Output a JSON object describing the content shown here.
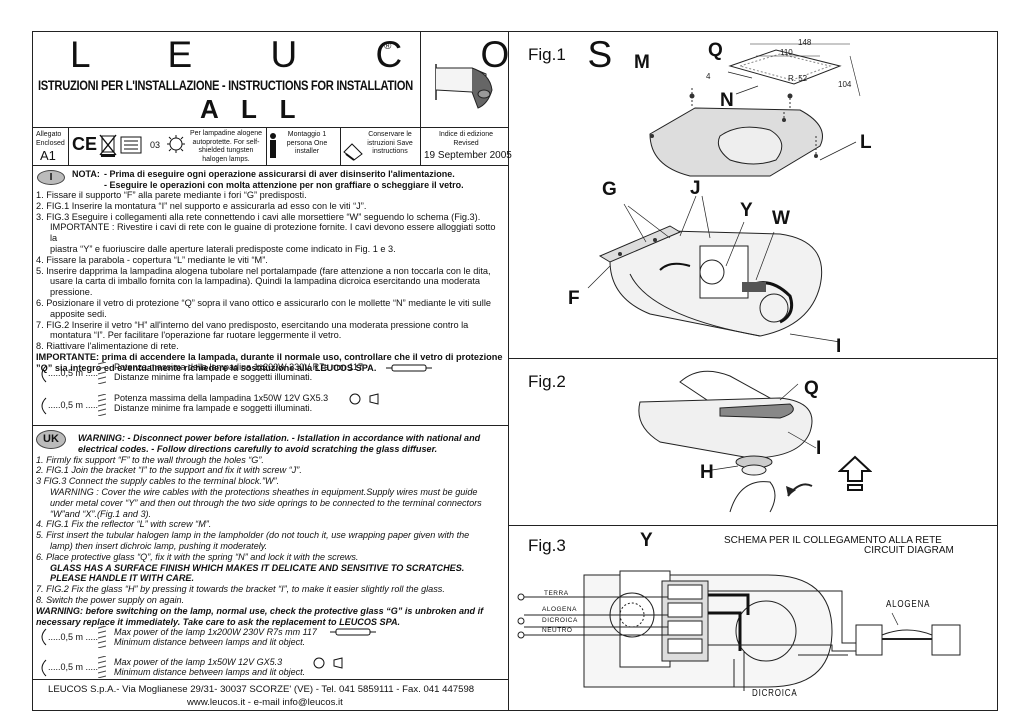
{
  "header": {
    "brand": "L E U C O S",
    "registered": "®",
    "subtitle": "ISTRUZIONI PER L'INSTALLAZIONE - INSTRUCTIONS FOR INSTALLATION",
    "model": "A L L"
  },
  "meta": {
    "enclosed_label": "Allegato\nEnclosed",
    "enclosed_code": "A1",
    "mark_03": "03",
    "lamp_info": "Per lampadine alogene autoprotette. For self-shielded tungsten halogen lamps.",
    "installer": "Montaggio 1 persona One installer",
    "conserve": "Conservare le istruzioni Save instructions",
    "edition_label": "Indice di edizione Revised",
    "edition_date": "19 September 2005"
  },
  "italian": {
    "badge": "I",
    "nota_label": "NOTA:",
    "nota_1": "- Prima di eseguire ogni operazione assicurarsi di aver disinserito l'alimentazione.",
    "nota_2": "- Eseguire le operazioni con molta attenzione per non graffiare o scheggiare il vetro.",
    "steps": [
      "1. Fissare il supporto “F” alla parete mediante i fori “G” predisposti.",
      "2. FIG.1 Inserire la montatura “I” nel supporto e assicurarla ad esso con le viti “J”.",
      "3. FIG.3 Eseguire i collegamenti alla rete connettendo i cavi alle morsettiere “W” seguendo lo schema (Fig.3).",
      "IMPORTANTE : Rivestire i cavi di rete con le guaine di protezione fornite. I cavi devono essere alloggiati sotto la",
      "piastra “Y” e fuoriuscire dalle aperture laterali predisposte come indicato in Fig. 1 e 3.",
      "4. Fissare la parabola - copertura “L” mediante le viti “M”.",
      "5. Inserire dapprima la lampadina alogena tubolare nel portalampade (fare attenzione a non toccarla con le dita,",
      "usare la carta di imballo fornita con la lampadina). Quindi la lampadina dicroica esercitando una moderata",
      "pressione.",
      "6. Posizionare il vetro di protezione “Q” sopra il vano ottico e assicurarlo con le mollette “N” mediante le viti sulle",
      "apposite sedi.",
      "7. FIG.2 Inserire il vetro “H” all'interno del vano predisposto, esercitando una moderata pressione contro la",
      "montatura “I”. Per facilitare l'operazione far ruotare leggermente il vetro.",
      "8. Riattivare l'alimentazione di rete.",
      "IMPORTANTE: prima di accendere la lampada, durante il normale uso, controllare che il vetro di protezione",
      "”Q” sia integro ed eventualmente richiedere la sostituzione alla LEUCOS SPA."
    ],
    "distance_1": ".....0,5 m .....",
    "power_1a": "Potenza massima della lampadina 1x200W 230V R7s mm 117",
    "power_1b": "Distanze minime fra lampade e soggetti illuminati.",
    "distance_2": ".....0,5 m .....",
    "power_2a": "Potenza massima della lampadina 1x50W 12V GX5.3",
    "power_2b": "Distanze minime fra lampade e soggetti illuminati."
  },
  "english": {
    "badge": "UK",
    "lines": [
      "WARNING: - Disconnect power before istallation. - Istallation in accordance with national and",
      "electrical codes. - Follow directions carefully to avoid scratching the glass diffuser.",
      "1. Firmly fix support “F” to the wall through the holes “G”.",
      "2. FIG.1 Join the bracket “I” to the support and fix it with screw “J”.",
      "3 FIG.3 Connect the supply cables to the terminal block.”W”.",
      "WARNING : Cover the wire cables with the protections sheathes in equipment.Supply wires must be guide",
      "under metal cover “Y” and then out through the two side oprings to be connected to the terminal connectors",
      "“W”and “X”.(Fig.1 and 3).",
      "4. FIG.1 Fix the reflector “L” with screw “M”.",
      "5. First insert the tubular halogen lamp in the lampholder (do not touch it, use wrapping paper given with the",
      "lamp) then insert dichroic lamp, pushing it moderately.",
      "6. Place protective glass “Q”, fix it with the spring “N” and lock it with the screws.",
      "GLASS HAS A SURFACE FINISH WHICH MAKES IT DELICATE AND SENSITIVE TO SCRATCHES.",
      "PLEASE HANDLE IT WITH CARE.",
      "7. FIG.2 Fix the glass “H” by pressing it towards the bracket “I”, to make it easier slightly roll the glass.",
      "8. Switch the power supply on again.",
      "WARNING: before switching on the lamp, normal use, check the protective glass “G” is unbroken and if",
      "necessary replace it immediately. Take care to ask the replacement to LEUCOS SPA."
    ],
    "distance_1": ".....0,5 m .....",
    "power_1a": "Max power of the lamp 1x200W 230V R7s mm 117",
    "power_1b": "Minimum distance between lamps and lit object.",
    "distance_2": ".....0,5 m .....",
    "power_2a": "Max power of the lamp 1x50W 12V GX5.3",
    "power_2b": "Minimum distance between lamps and lit object."
  },
  "footer": {
    "company": "LEUCOS S.p.A.- Via Moglianese 29/31- 30037 SCORZE' (VE) - Tel. 041 5859111 - Fax. 041 447598",
    "web": "www.leucos.it - e-mail info@leucos.it"
  },
  "fig1": {
    "title": "Fig.1",
    "callouts": {
      "M": "M",
      "Q": "Q",
      "N": "N",
      "L": "L",
      "G": "G",
      "J": "J",
      "Y": "Y",
      "W": "W",
      "F": "F",
      "I": "I"
    },
    "dims": {
      "d148": "148",
      "d110": "110",
      "d4": "4",
      "r52": "R. 52",
      "d104": "104"
    }
  },
  "fig2": {
    "title": "Fig.2",
    "callouts": {
      "Q": "Q",
      "I": "I",
      "H": "H"
    }
  },
  "fig3": {
    "title": "Fig.3",
    "callout_y": "Y",
    "schema_it": "SCHEMA PER IL COLLEGAMENTO ALLA RETE",
    "schema_en": "CIRCUIT DIAGRAM",
    "terra": "TERRA",
    "alogena": "ALOGENA",
    "dicroica": "DICROICA",
    "neutro": "NEUTRO",
    "alogena_big": "ALOGENA",
    "dicroica_big": "DICROICA"
  }
}
